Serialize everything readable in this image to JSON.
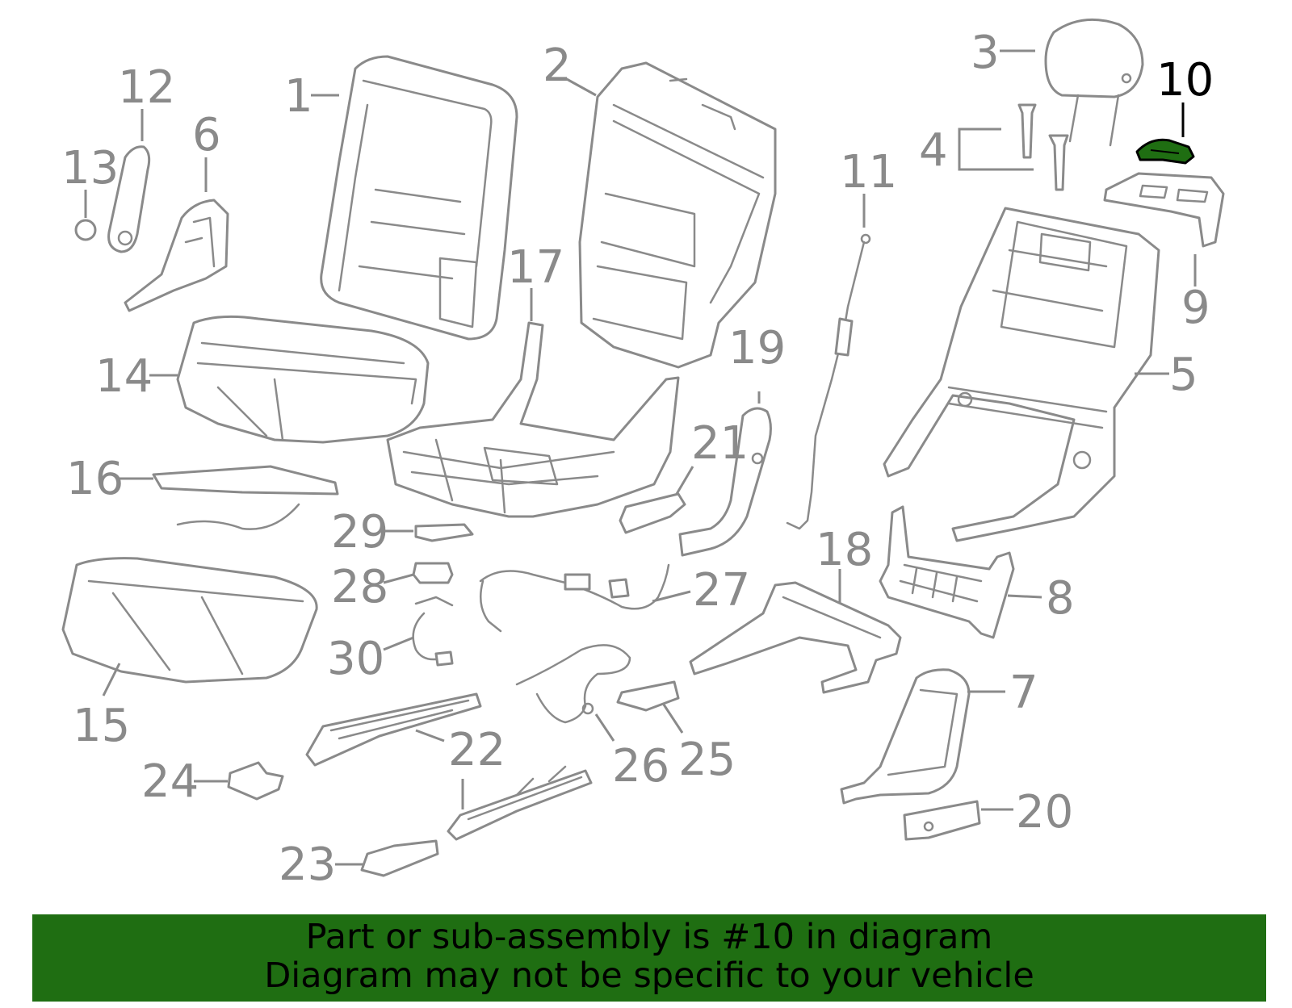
{
  "banner": {
    "line1": "Part or sub-assembly is #10 in diagram",
    "line2": "Diagram may not be specific to your vehicle",
    "background": "#1f6e12"
  },
  "highlight": {
    "callout": "10",
    "color": "#1f6e12"
  },
  "callouts": {
    "c1": "1",
    "c2": "2",
    "c3": "3",
    "c4": "4",
    "c5": "5",
    "c6": "6",
    "c7": "7",
    "c8": "8",
    "c9": "9",
    "c10": "10",
    "c11": "11",
    "c12": "12",
    "c13": "13",
    "c14": "14",
    "c15": "15",
    "c16": "16",
    "c17": "17",
    "c18": "18",
    "c19": "19",
    "c20": "20",
    "c21": "21",
    "c22a": "22",
    "c22b": "22",
    "c23": "23",
    "c24": "24",
    "c25": "25",
    "c26": "26",
    "c27": "27",
    "c28": "28",
    "c29": "29",
    "c30": "30"
  }
}
